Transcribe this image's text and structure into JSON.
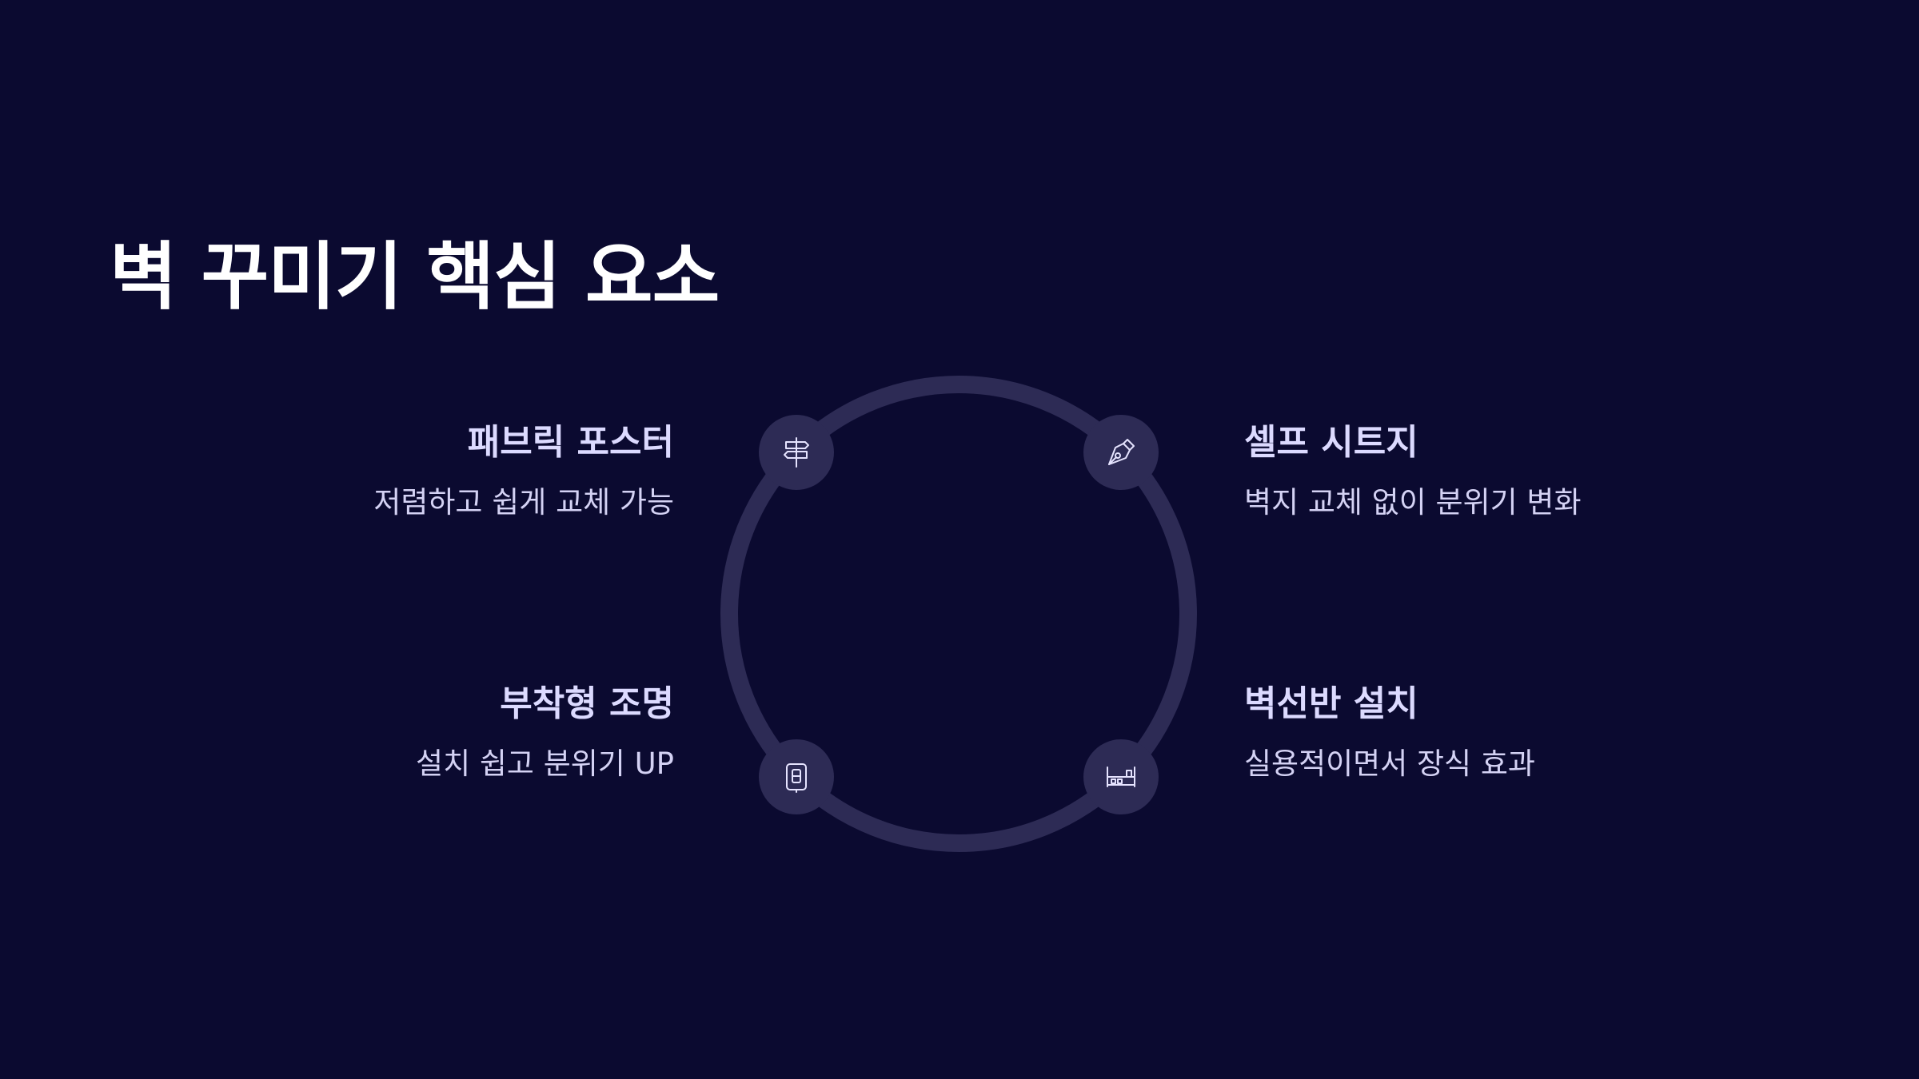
{
  "title": "벽 꾸미기 핵심 요소",
  "colors": {
    "background": "#0b0a30",
    "ring": "#2d2b55",
    "icon_stroke": "#e6e4ff",
    "title": "#ffffff"
  },
  "items": [
    {
      "title": "패브릭 포스터",
      "description": "저렴하고 쉽게 교체 가능",
      "icon": "signpost-icon"
    },
    {
      "title": "셀프 시트지",
      "description": "벽지 교체 없이 분위기 변화",
      "icon": "pen-nib-icon"
    },
    {
      "title": "부착형 조명",
      "description": "설치 쉽고 분위기 UP",
      "icon": "wall-light-icon"
    },
    {
      "title": "벽선반 설치",
      "description": "실용적이면서 장식 효과",
      "icon": "wall-shelf-icon"
    }
  ]
}
